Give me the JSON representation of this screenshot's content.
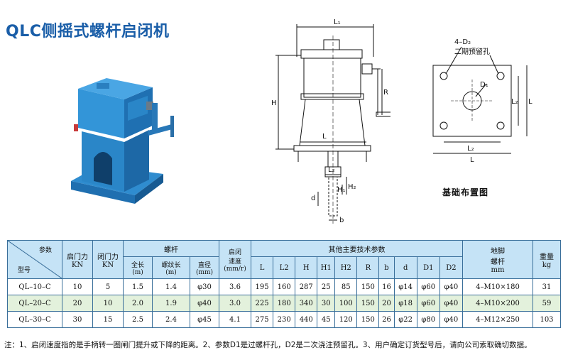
{
  "title": "QLC侧摇式螺杆启闭机",
  "drawing_labels": {
    "L1": "L₁",
    "H": "H",
    "R": "R",
    "L": "L",
    "L2": "L₂",
    "H1": "H₁",
    "H2": "H₂",
    "d": "d",
    "b": "b"
  },
  "layout_labels": {
    "holes": "4–D₂",
    "prehole": "二期预留孔",
    "D1": "D₁",
    "L2": "L₂",
    "L": "L"
  },
  "caption": "基础布置图",
  "table": {
    "diag_top": "参数",
    "diag_bottom": "型号",
    "h_open_force": "启门力\nKN",
    "h_close_force": "闭门力\nKN",
    "h_screw": "螺杆",
    "h_speed": "启闭\n速度\n(mm/r)",
    "h_other": "其他主要技术参数",
    "h_anchor": "地脚\n螺杆\nmm",
    "h_weight": "重量\nkg",
    "h_total_len": "全长\n(m)",
    "h_thread_len": "螺纹长\n(m)",
    "h_diameter": "直径\n(mm)",
    "other_cols": [
      "L",
      "L2",
      "H",
      "H1",
      "H2",
      "R",
      "b",
      "d",
      "D1",
      "D2"
    ],
    "rows": [
      [
        "QL–10–C",
        "10",
        "5",
        "1.5",
        "1.4",
        "φ30",
        "3.6",
        "195",
        "160",
        "287",
        "25",
        "85",
        "150",
        "16",
        "φ14",
        "φ60",
        "φ40",
        "4–M10×180",
        "31"
      ],
      [
        "QL–20–C",
        "20",
        "10",
        "2.0",
        "1.9",
        "φ40",
        "3.0",
        "225",
        "180",
        "340",
        "30",
        "100",
        "150",
        "20",
        "φ18",
        "φ60",
        "φ40",
        "4–M10×200",
        "59"
      ],
      [
        "QL–30–C",
        "30",
        "15",
        "2.5",
        "2.4",
        "φ45",
        "4.1",
        "275",
        "230",
        "440",
        "45",
        "120",
        "150",
        "26",
        "φ22",
        "φ80",
        "φ40",
        "4–M12×250",
        "103"
      ]
    ]
  },
  "note": "注：1、启闭速度指的是手柄转一圈闸门提升或下降的距离。2、参数D1是过螺杆孔，D2是二次浇注预留孔。3、用户确定订货型号后，请向公司索取确切数据。"
}
